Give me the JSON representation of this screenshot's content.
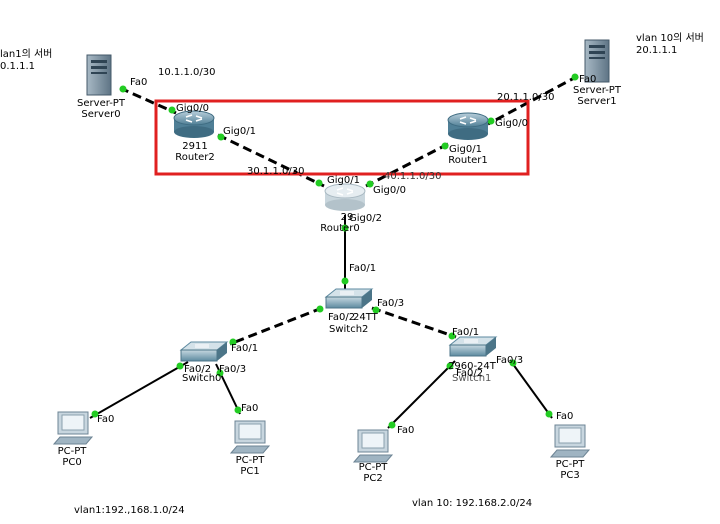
{
  "annotations": {
    "vlan1_server_title": "lan1의 서버",
    "vlan1_server_ip": "0.1.1.1",
    "vlan10_server_title": "vlan 10의 서버",
    "vlan10_server_ip": "20.1.1.1",
    "net_10": "10.1.1.0/30",
    "net_20": "20.1.1.0/30",
    "net_30": "30.1.1.0/30",
    "net_40": "40.1.1.0/30",
    "vlan1_net": "vlan1:192.,168.1.0/24",
    "vlan10_net": "vlan 10: 192.168.2.0/24"
  },
  "devices": {
    "server0": {
      "type": "Server-PT",
      "name": "Server0"
    },
    "server1": {
      "type": "Server-PT",
      "name": "Server1"
    },
    "router2": {
      "model": "2911",
      "name": "Router2"
    },
    "router1": {
      "name": "Router1"
    },
    "router0": {
      "model": "29",
      "name": "Router0"
    },
    "switch2": {
      "model": "24TT",
      "name": "Switch2"
    },
    "switch0": {
      "name": "Switch0"
    },
    "switch1": {
      "model": "2960-24T",
      "name": "Switch1"
    },
    "pc0": {
      "type": "PC-PT",
      "name": "PC0"
    },
    "pc1": {
      "type": "PC-PT",
      "name": "PC1"
    },
    "pc2": {
      "type": "PC-PT",
      "name": "PC2"
    },
    "pc3": {
      "type": "PC-PT",
      "name": "PC3"
    }
  },
  "ports": {
    "s0_fa0": "Fa0",
    "r2_g00": "Gig0/0",
    "r2_g01": "Gig0/1",
    "s1_fa0": "Fa0",
    "r1_g00": "Gig0/0",
    "r1_g01": "Gig0/1",
    "r0_g01": "Gig0/1",
    "r0_g00": "Gig0/0",
    "r0_g02": "Gig0/2",
    "sw2_fa01": "Fa0/1",
    "sw2_fa03": "Fa0/3",
    "sw2_fa02": "Fa0/2",
    "sw0_fa01": "Fa0/1",
    "sw0_fa02": "Fa0/2",
    "sw0_fa03": "Fa0/3",
    "sw1_fa01": "Fa0/1",
    "sw1_fa02": "Fa0/2",
    "sw1_fa03": "Fa0/3",
    "pc0_fa0": "Fa0",
    "pc1_fa0": "Fa0",
    "pc2_fa0": "Fa0",
    "pc3_fa0": "Fa0"
  },
  "colors": {
    "highlight_box": "#e02020",
    "link_dot": "#22cc22",
    "router_body": "#4f7f96",
    "switch_body": "#5d8aa0",
    "pc_body": "#9fb4c2",
    "server_body": "#7e95a5"
  }
}
